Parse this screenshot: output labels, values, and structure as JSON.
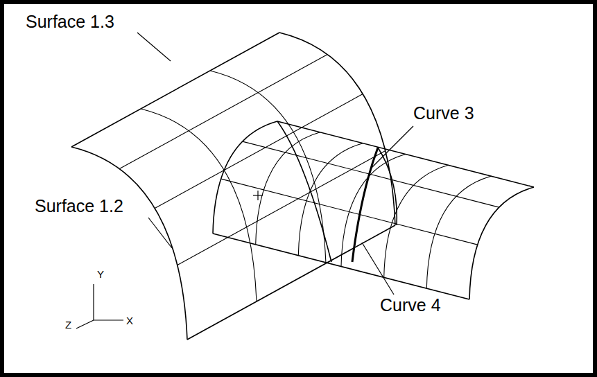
{
  "diagram": {
    "labels": [
      "Surface 1.3",
      "Curve 3",
      "Surface 1.2",
      "Curve 4",
      "Y",
      "Z",
      "X"
    ]
  }
}
